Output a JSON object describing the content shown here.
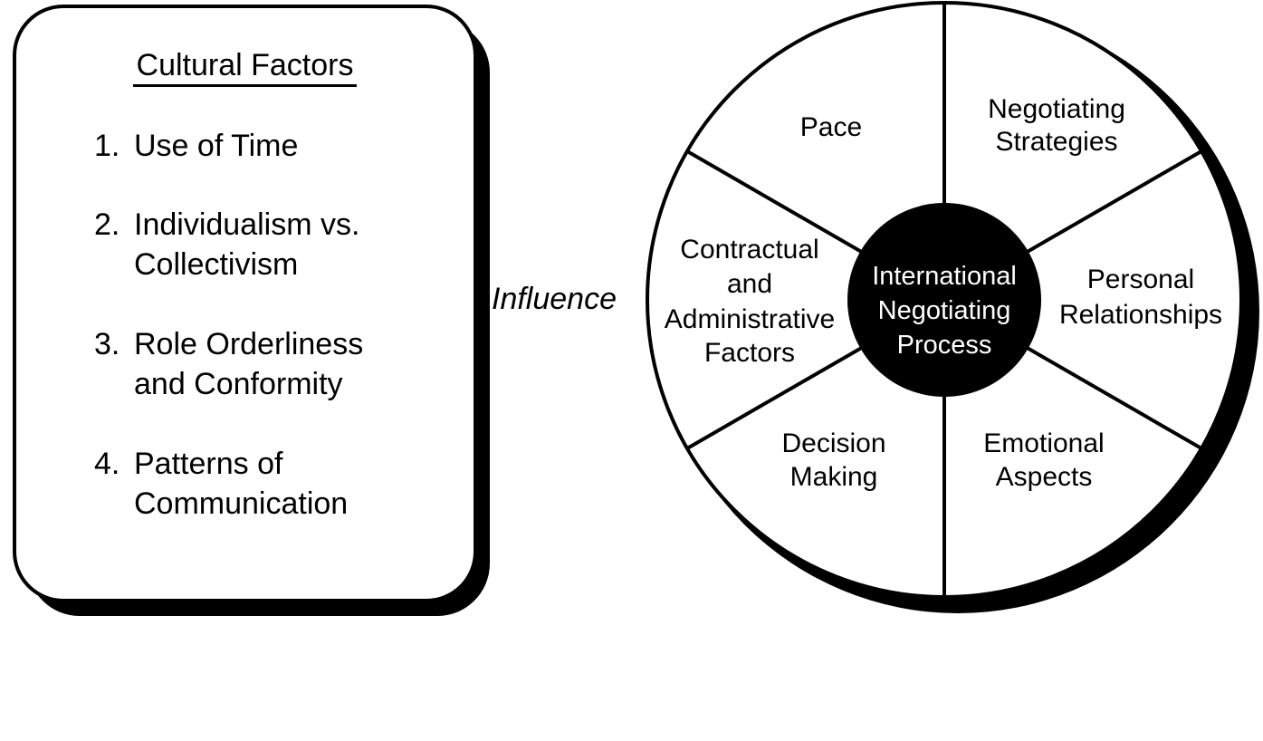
{
  "cultural_factors": {
    "title": "Cultural Factors",
    "items": [
      {
        "number": "1.",
        "text": "Use of Time"
      },
      {
        "number": "2.",
        "text": "Individualism vs.\nCollectivism"
      },
      {
        "number": "3.",
        "text": "Role Orderliness\nand Conformity"
      },
      {
        "number": "4.",
        "text": "Patterns of\nCommunication"
      }
    ]
  },
  "connector": {
    "label": "Influence"
  },
  "wheel": {
    "hub": {
      "line1": "International",
      "line2": "Negotiating",
      "line3": "Process"
    },
    "segments": {
      "pace": {
        "line1": "Pace"
      },
      "strategies": {
        "line1": "Negotiating",
        "line2": "Strategies"
      },
      "relationships": {
        "line1": "Personal",
        "line2": "Relationships"
      },
      "emotional": {
        "line1": "Emotional",
        "line2": "Aspects"
      },
      "decision": {
        "line1": "Decision",
        "line2": "Making"
      },
      "contractual": {
        "line1": "Contractual",
        "line2": "and",
        "line3": "Administrative",
        "line4": "Factors"
      }
    }
  }
}
